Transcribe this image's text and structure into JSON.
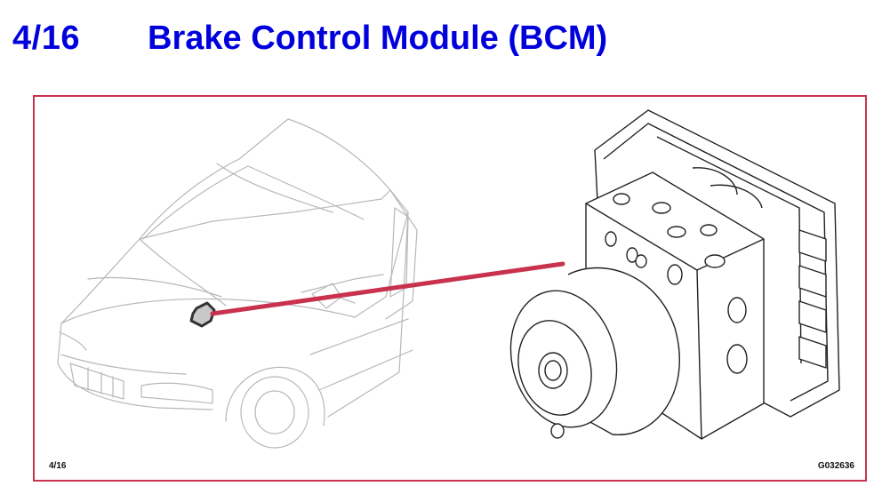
{
  "header": {
    "section_number": "4/16",
    "title": "Brake Control Module (BCM)"
  },
  "figure": {
    "page_ref": "4/16",
    "figure_id": "G032636",
    "callout_color": "#c8324e",
    "frame_color": "#c8324e",
    "title_color": "#0000dd",
    "icons": [
      "car-outline-illustration",
      "brake-control-module-illustration"
    ]
  }
}
